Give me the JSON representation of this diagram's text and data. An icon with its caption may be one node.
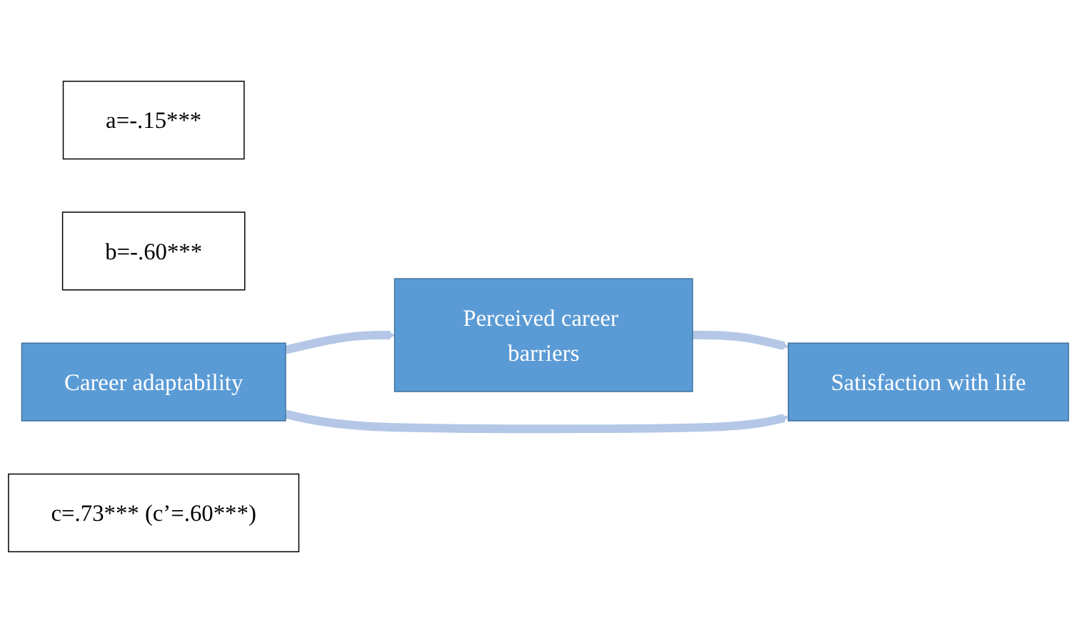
{
  "diagram": {
    "nodes": [
      {
        "text": [
          "Perceived career barriers"
        ]
      },
      {
        "text": [
          "a=-.15***"
        ]
      },
      {
        "text": [
          "b=-.60***"
        ]
      },
      {
        "text": [
          "Career adaptability"
        ]
      },
      {
        "text": [
          "Satisfaction with life"
        ]
      },
      {
        "text": [
          "c=.73*** (c’=.60***)"
        ]
      }
    ],
    "edges": [
      {
        "from": 3,
        "to": 0,
        "arrow": "to"
      },
      {
        "from": 0,
        "to": 4,
        "arrow": "to"
      },
      {
        "from": 3,
        "to": 4,
        "arrow": "to"
      }
    ]
  }
}
